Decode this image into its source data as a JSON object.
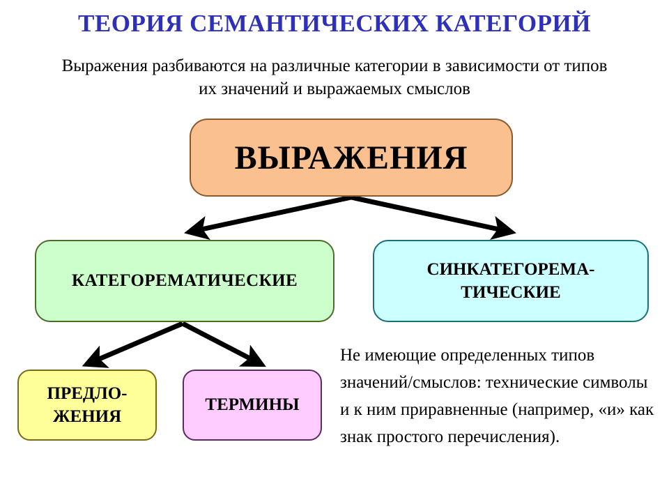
{
  "slide": {
    "title": "ТЕОРИЯ СЕМАНТИЧЕСКИХ КАТЕГОРИЙ",
    "subtitle": "Выражения разбиваются на различные категории в зависимости от типов их значений и выражаемых смыслов",
    "background_color": "#ffffff",
    "title_color": "#2e31b8"
  },
  "nodes": {
    "root": {
      "label": "ВЫРАЖЕНИЯ",
      "fill": "#fac090",
      "border": "#8a5a2b"
    },
    "categorematic": {
      "label": "КАТЕГОРЕМАТИЧЕСКИЕ",
      "fill": "#ccffcc",
      "border": "#4f6b28"
    },
    "syncategorematic": {
      "line1": "СИНКАТЕГОРЕМА-",
      "line2": "ТИЧЕСКИЕ",
      "fill": "#ccffff",
      "border": "#16717a"
    },
    "sentences": {
      "line1": "ПРЕДЛО-",
      "line2": "ЖЕНИЯ",
      "fill": "#ffff99",
      "border": "#7a6a16"
    },
    "terms": {
      "label": "ТЕРМИНЫ",
      "fill": "#ffccff",
      "border": "#5b2a63"
    }
  },
  "note": {
    "text": "Не имеющие определенных типов значений/смыслов: технические символы и к ним приравненные (например, «и» как знак простого перечисления)."
  },
  "connectors": {
    "color": "#000000",
    "stroke_width": 7,
    "edges": [
      {
        "from": "root",
        "to": "categorematic"
      },
      {
        "from": "root",
        "to": "syncategorematic"
      },
      {
        "from": "categorematic",
        "to": "sentences"
      },
      {
        "from": "categorematic",
        "to": "terms"
      }
    ]
  }
}
